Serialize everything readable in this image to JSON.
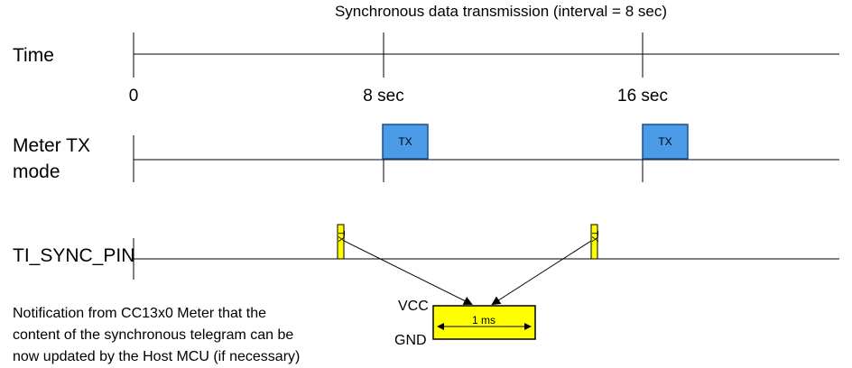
{
  "title": "Synchronous data transmission (interval = 8 sec)",
  "rows": {
    "time": "Time",
    "meter_tx": [
      "Meter TX",
      "mode"
    ],
    "sync_pin": "TI_SYNC_PIN"
  },
  "ticks": [
    "0",
    "8 sec",
    "16 sec"
  ],
  "tx_label": "TX",
  "sync_pulse_label": "TX",
  "vcc_label": "VCC",
  "gnd_label": "GND",
  "pulse_width_label": "1 ms",
  "note": [
    "Notification from CC13x0 Meter that the",
    "content of the synchronous telegram can be",
    "now updated by the Host MCU (if necessary)"
  ],
  "colors": {
    "tx_fill": "#4a9be8",
    "tx_stroke": "#1f4e8c",
    "pulse_fill": "#ffff00",
    "pulse_stroke": "#000000",
    "line": "#000000"
  }
}
